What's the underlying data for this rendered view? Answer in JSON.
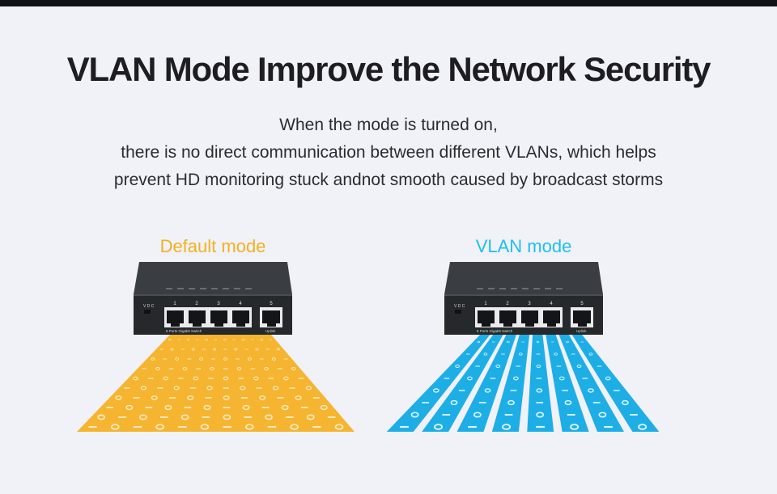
{
  "title": "VLAN Mode Improve the Network Security",
  "description": [
    "When the mode is turned on,",
    "there is no direct communication between different VLANs, which helps",
    "prevent HD monitoring stuck andnot smooth caused by broadcast storms"
  ],
  "modes": [
    {
      "label": "Default mode",
      "color": "#f0b21e"
    },
    {
      "label": "VLAN mode",
      "color": "#1ec0ea"
    }
  ],
  "switch": {
    "port_numbers": [
      "1",
      "2",
      "3",
      "4",
      "5"
    ],
    "model_text": "5 Ports Gigabit Switch",
    "uplink_text": "Uplink",
    "power_text": "V D C"
  },
  "colors": {
    "default_beam": "#f5b530",
    "vlan_beam": "#1eaee6",
    "switch_body": "#26292c",
    "background": "#f1f1f8"
  }
}
